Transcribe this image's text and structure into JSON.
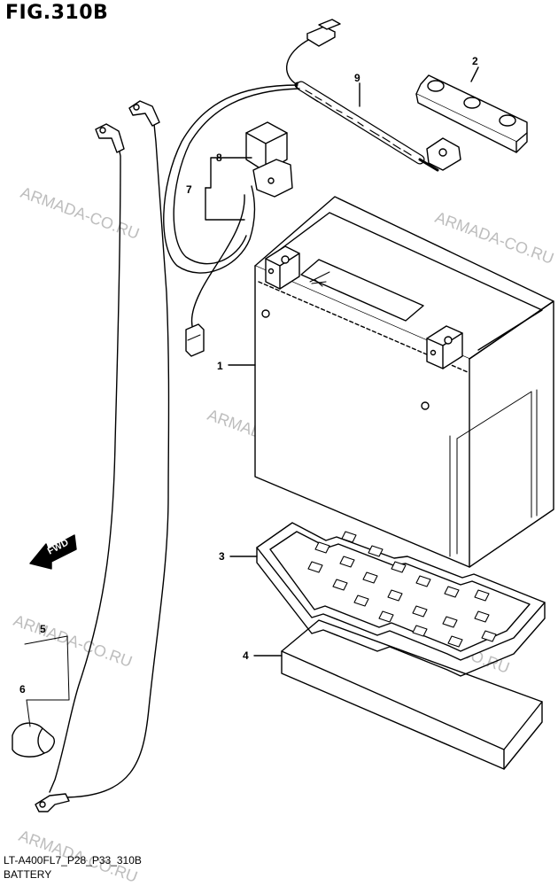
{
  "figure": {
    "title": "FIG.310B"
  },
  "callouts": [
    "1",
    "2",
    "3",
    "4",
    "5",
    "6",
    "7",
    "8",
    "9"
  ],
  "direction_marker": "FWD",
  "watermarks": [
    "ARMADA-CO.RU",
    "ARMADA-CO.RU",
    "ARMADA-CO.RU",
    "ARMADA-CO.RU",
    "ARMADA-CO.RU",
    "ARMADA-CO.RU"
  ],
  "footer": {
    "model_code": "LT-A400FL7_P28_P33_310B",
    "section_name": "BATTERY"
  }
}
